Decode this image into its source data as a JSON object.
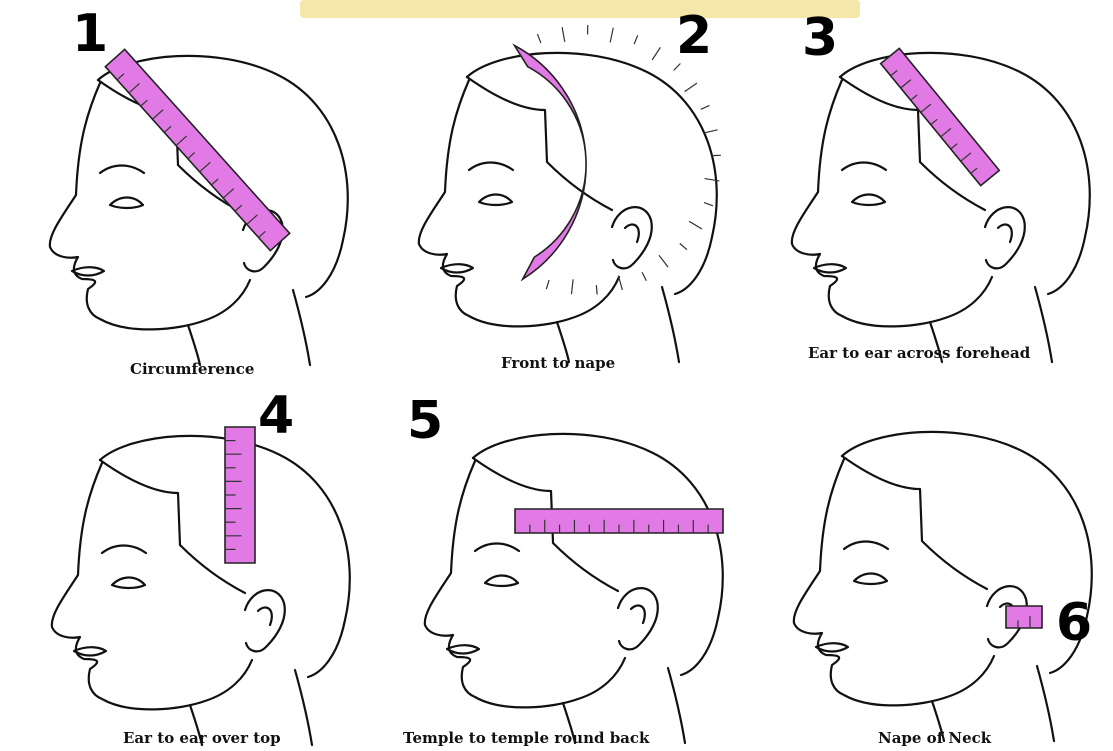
{
  "colors": {
    "tape": "#E27AE6",
    "outline": "#111111",
    "banner": "#F4E3A0"
  },
  "steps": [
    {
      "number": "1",
      "caption": "Circumference"
    },
    {
      "number": "2",
      "caption": "Front to nape"
    },
    {
      "number": "3",
      "caption": "Ear to ear across forehead"
    },
    {
      "number": "4",
      "caption": "Ear to ear over top"
    },
    {
      "number": "5",
      "caption": "Temple to temple round back"
    },
    {
      "number": "6",
      "caption": "Nape of Neck"
    }
  ]
}
